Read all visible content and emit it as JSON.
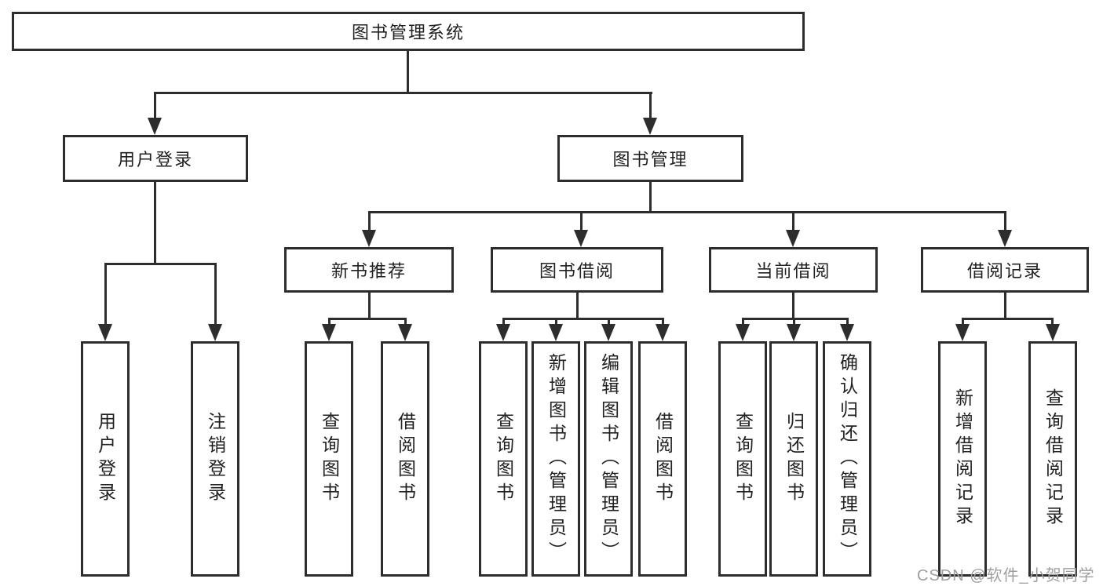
{
  "diagram_title": "图书管理系统",
  "tree": {
    "label": "图书管理系统",
    "children": [
      {
        "label": "用户登录",
        "children": [
          {
            "label": "用户登录"
          },
          {
            "label": "注销登录"
          }
        ]
      },
      {
        "label": "图书管理",
        "children": [
          {
            "label": "新书推荐",
            "children": [
              {
                "label": "查询图书"
              },
              {
                "label": "借阅图书"
              }
            ]
          },
          {
            "label": "图书借阅",
            "children": [
              {
                "label": "查询图书"
              },
              {
                "label": "新增图书（管理员）"
              },
              {
                "label": "编辑图书（管理员）"
              },
              {
                "label": "借阅图书"
              }
            ]
          },
          {
            "label": "当前借阅",
            "children": [
              {
                "label": "查询图书"
              },
              {
                "label": "归还图书"
              },
              {
                "label": "确认归还（管理员）"
              }
            ]
          },
          {
            "label": "借阅记录",
            "children": [
              {
                "label": "新增借阅记录"
              },
              {
                "label": "查询借阅记录"
              }
            ]
          }
        ]
      }
    ]
  },
  "colors": {
    "line": "#2d2d2d",
    "text": "#212121",
    "background": "#ffffff",
    "watermark": "#9e9e9e"
  },
  "watermark": "CSDN @软件_小贺同学"
}
